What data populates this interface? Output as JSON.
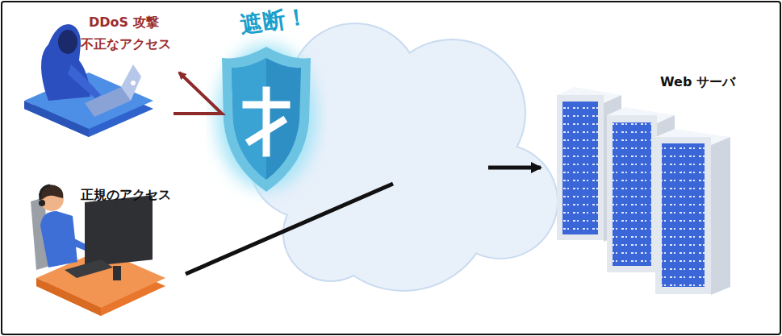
{
  "diagram": {
    "nodes": [
      {
        "text": [
          "DDoS 攻撃",
          "不正なアクセス"
        ]
      },
      {
        "text": [
          "遮断！"
        ]
      },
      {
        "text": [
          "正規のアクセス"
        ]
      },
      {
        "text": [
          "Web サーバ"
        ]
      }
    ],
    "edges": [
      {
        "from": 1,
        "to": 0,
        "arrow": "to"
      },
      {
        "from": 2,
        "to": 3,
        "arrow": "to"
      }
    ]
  }
}
